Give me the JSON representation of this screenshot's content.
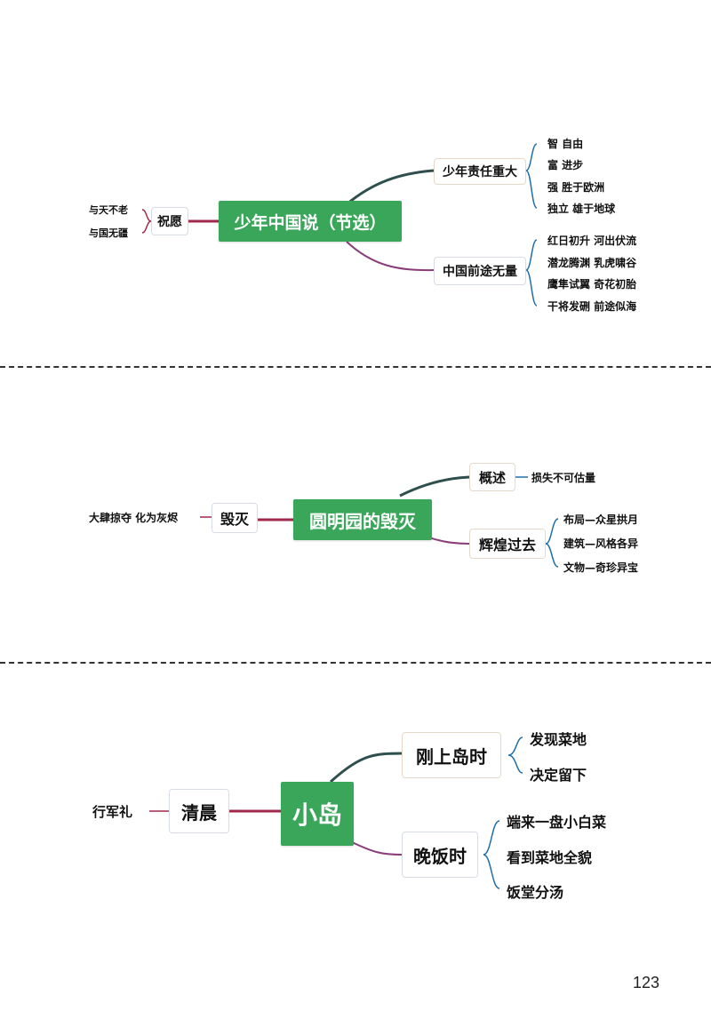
{
  "maps": [
    {
      "center": "少年中国说（节选）",
      "left": {
        "label": "祝愿",
        "leaves": [
          "与天不老",
          "与国无疆"
        ]
      },
      "branches": [
        {
          "label": "少年责任重大",
          "leaves": [
            "智  自由",
            "富  进步",
            "强  胜于欧洲",
            "独立  雄于地球"
          ]
        },
        {
          "label": "中国前途无量",
          "leaves": [
            "红日初升  河出伏流",
            "潜龙腾渊  乳虎啸谷",
            "鹰隼试翼  奇花初胎",
            "干将发硎  前途似海"
          ]
        }
      ]
    },
    {
      "center": "圆明园的毁灭",
      "left": {
        "label": "毁灭",
        "leaves": [
          "大肆掠夺  化为灰烬"
        ]
      },
      "branches": [
        {
          "label": "概述",
          "leaves": [
            "损失不可估量"
          ]
        },
        {
          "label": "辉煌过去",
          "leaves": [
            "布局—众星拱月",
            "建筑—风格各异",
            "文物—奇珍异宝"
          ]
        }
      ]
    },
    {
      "center": "小岛",
      "left": {
        "label": "清晨",
        "leaves": [
          "行军礼"
        ]
      },
      "branches": [
        {
          "label": "刚上岛时",
          "leaves": [
            "发现菜地",
            "决定留下"
          ]
        },
        {
          "label": "晚饭时",
          "leaves": [
            "端来一盘小白菜",
            "看到菜地全貌",
            "饭堂分汤"
          ]
        }
      ]
    }
  ],
  "page_number": "123",
  "colors": {
    "center_fill": "#3aa65a",
    "upper_branch": "#2f4f4f",
    "lower_branch": "#8a3d7a",
    "left_branch": "#a0284a"
  }
}
